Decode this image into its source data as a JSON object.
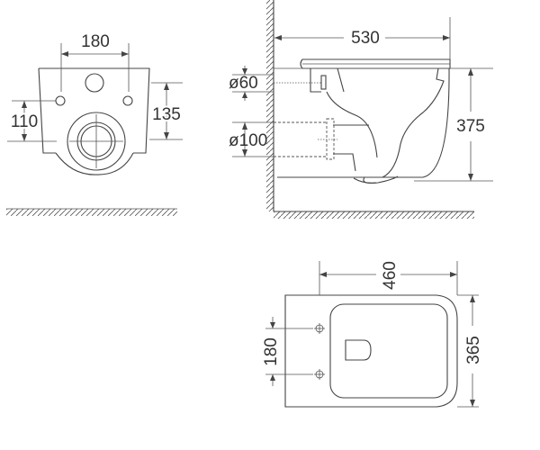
{
  "front_view": {
    "width_between_holes": "180",
    "holes_height": "110",
    "top_hole_height": "135"
  },
  "side_view": {
    "depth": "530",
    "height": "375",
    "inlet_diameter": "ø60",
    "outlet_diameter": "ø100"
  },
  "top_view": {
    "length": "460",
    "width": "365",
    "hole_spacing": "180"
  }
}
